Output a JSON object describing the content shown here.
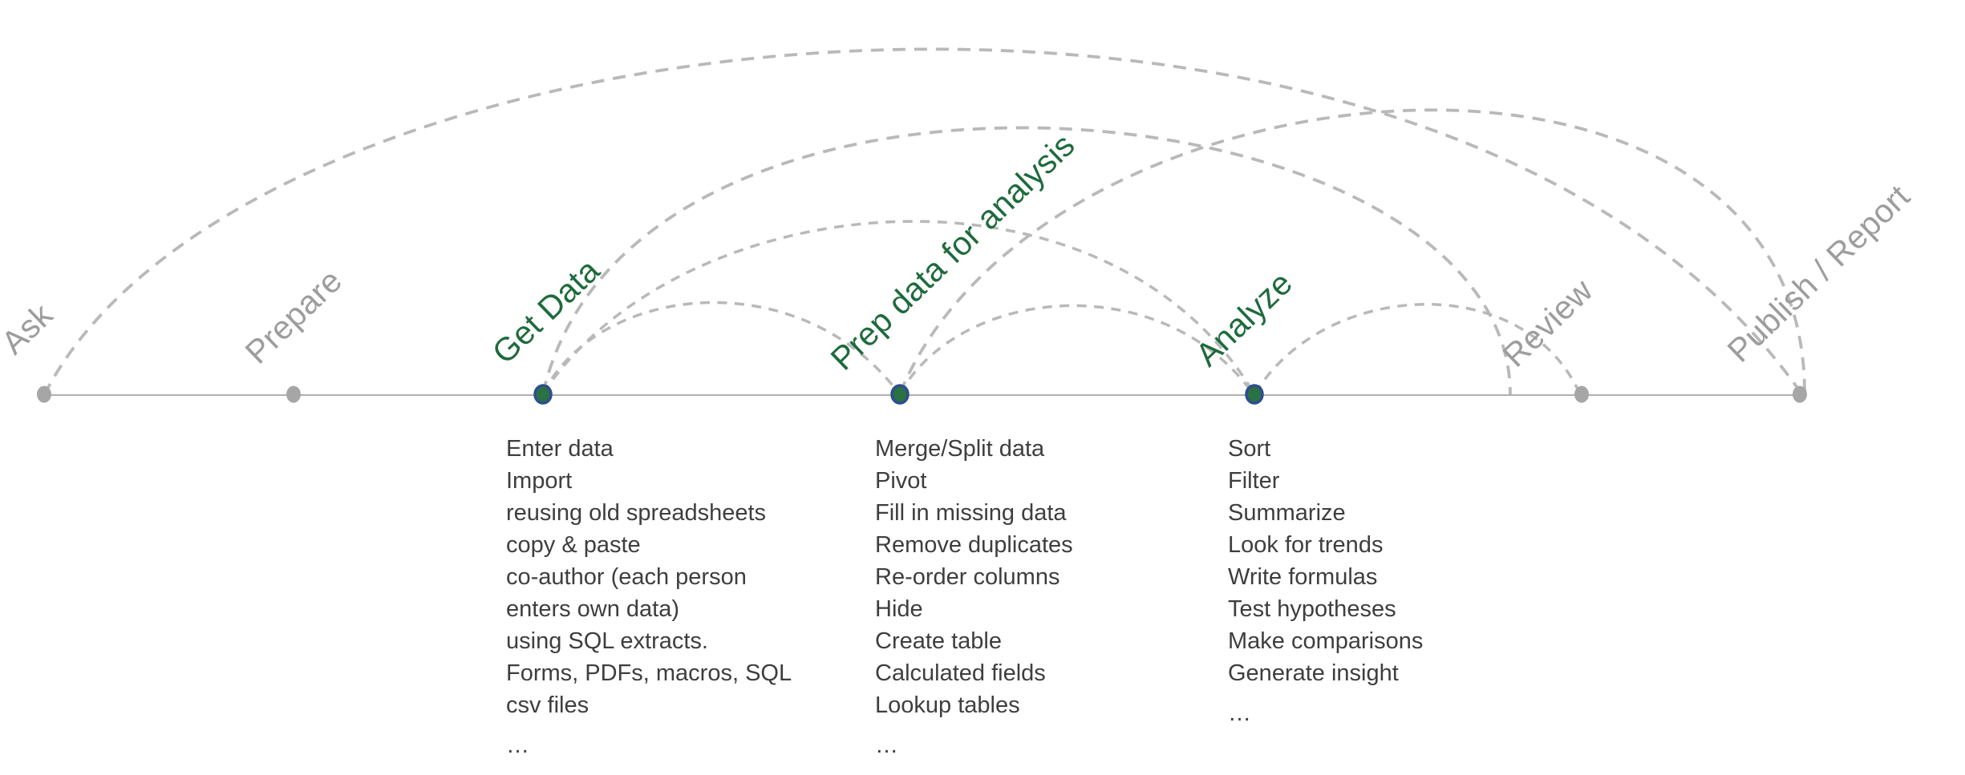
{
  "stages": [
    {
      "id": "ask",
      "label": "Ask",
      "emphasis": "minor"
    },
    {
      "id": "prepare",
      "label": "Prepare",
      "emphasis": "minor"
    },
    {
      "id": "get-data",
      "label": "Get Data",
      "emphasis": "major"
    },
    {
      "id": "prep-data",
      "label": "Prep data for analysis",
      "emphasis": "major"
    },
    {
      "id": "analyze",
      "label": "Analyze",
      "emphasis": "major"
    },
    {
      "id": "review",
      "label": "Review",
      "emphasis": "minor"
    },
    {
      "id": "publish",
      "label": "Publish / Report",
      "emphasis": "minor"
    }
  ],
  "arcs": [
    {
      "from": "ask",
      "to": "publish"
    },
    {
      "from": "get-data",
      "to": "review"
    },
    {
      "from": "prep-data",
      "to": "publish"
    },
    {
      "from": "get-data",
      "to": "analyze"
    },
    {
      "from": "get-data",
      "to": "prep-data"
    },
    {
      "from": "prep-data",
      "to": "analyze"
    },
    {
      "from": "analyze",
      "to": "review"
    }
  ],
  "task_lists": [
    {
      "stage": "Get Data",
      "items": [
        "Enter data",
        "Import",
        "reusing old spreadsheets",
        "copy & paste",
        "co-author (each person",
        "enters own data)",
        "using SQL extracts.",
        "Forms, PDFs, macros, SQL",
        "csv files",
        "…"
      ]
    },
    {
      "stage": "Prep data for analysis",
      "items": [
        "Merge/Split data",
        "Pivot",
        "Fill in missing data",
        "Remove duplicates",
        "Re-order columns",
        "Hide",
        "Create table",
        "Calculated fields",
        "Lookup tables",
        "…"
      ]
    },
    {
      "stage": "Analyze",
      "items": [
        "Sort",
        "Filter",
        "Summarize",
        "Look for trends",
        "Write formulas",
        "Test hypotheses",
        "Make comparisons",
        "Generate insight",
        "…"
      ]
    }
  ],
  "colors": {
    "major_green": "#1e6b3d",
    "minor_gray": "#9d9d9d",
    "dot_green_fill": "#2a7144",
    "dot_green_ring": "#2e4e8e",
    "dot_gray": "#a6a6a6",
    "arc_dash": "#b9b9b9",
    "timeline": "#b0b0b0",
    "task_text": "#3e3e3e"
  }
}
